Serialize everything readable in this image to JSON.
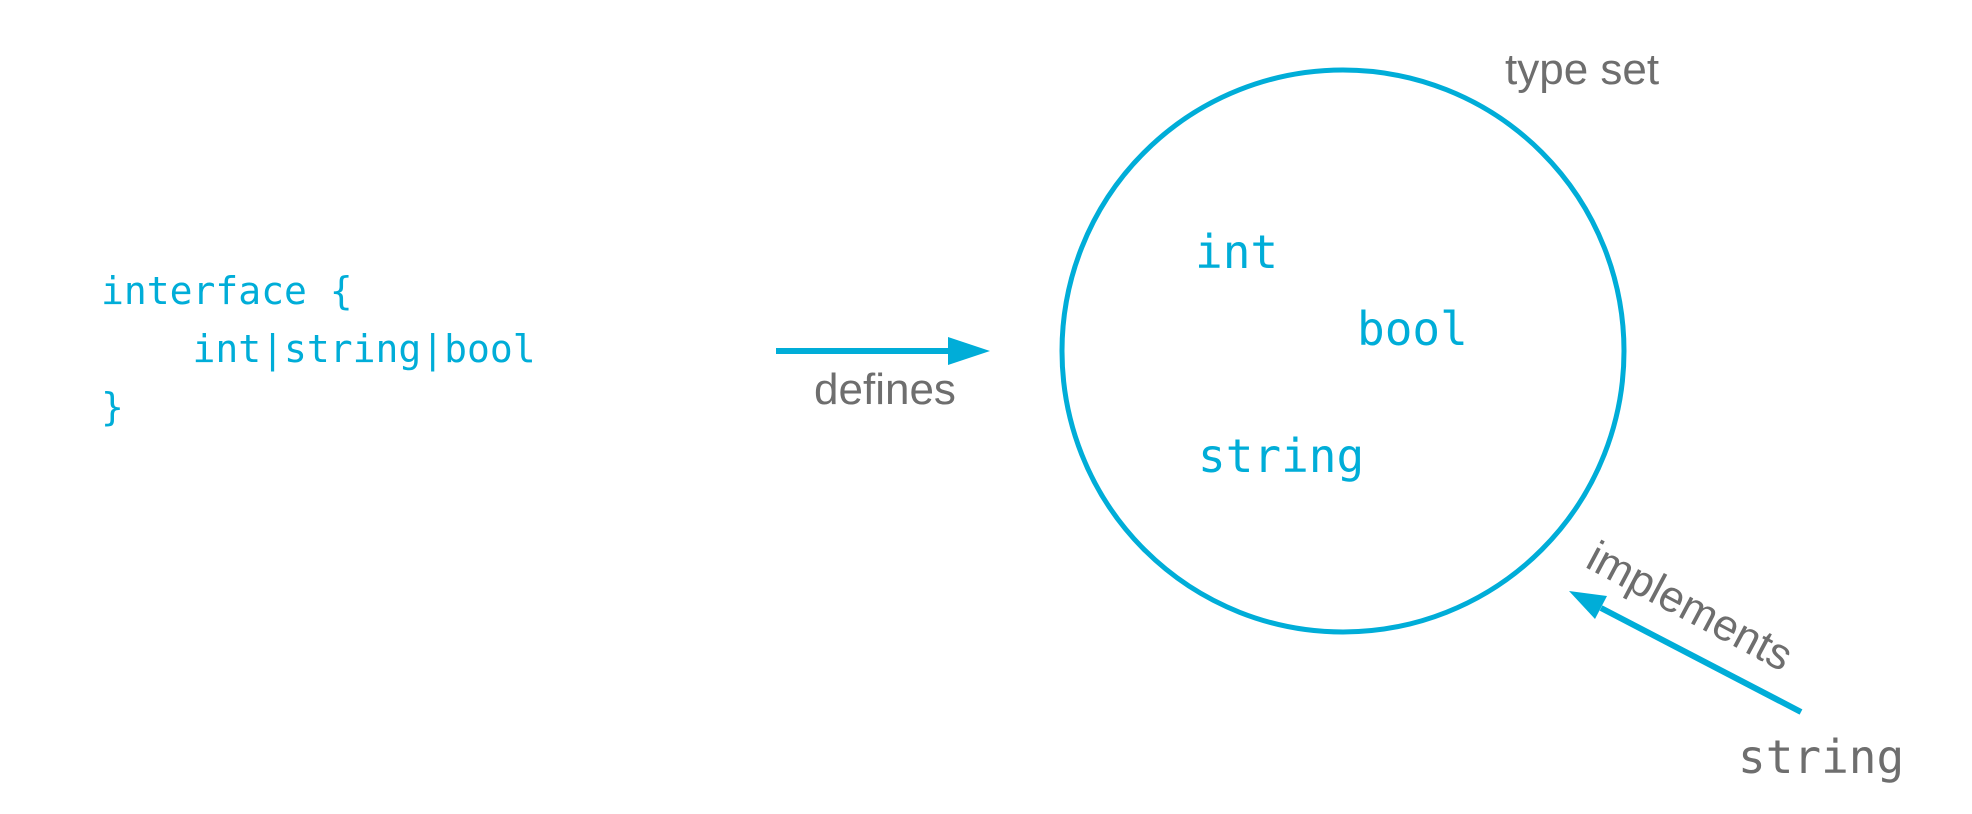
{
  "colors": {
    "accent": "#00ADD8",
    "label": "#6E6E6E",
    "background": "#FFFFFF"
  },
  "interface_code": {
    "line1": "interface {",
    "line2": "    int|string|bool",
    "line3": "}"
  },
  "defines_arrow": {
    "label": "defines"
  },
  "type_set_circle": {
    "label": "type set",
    "members": {
      "int": "int",
      "bool": "bool",
      "string": "string"
    }
  },
  "implements_arrow": {
    "label": "implements"
  },
  "implementing_type": {
    "label": "string"
  }
}
